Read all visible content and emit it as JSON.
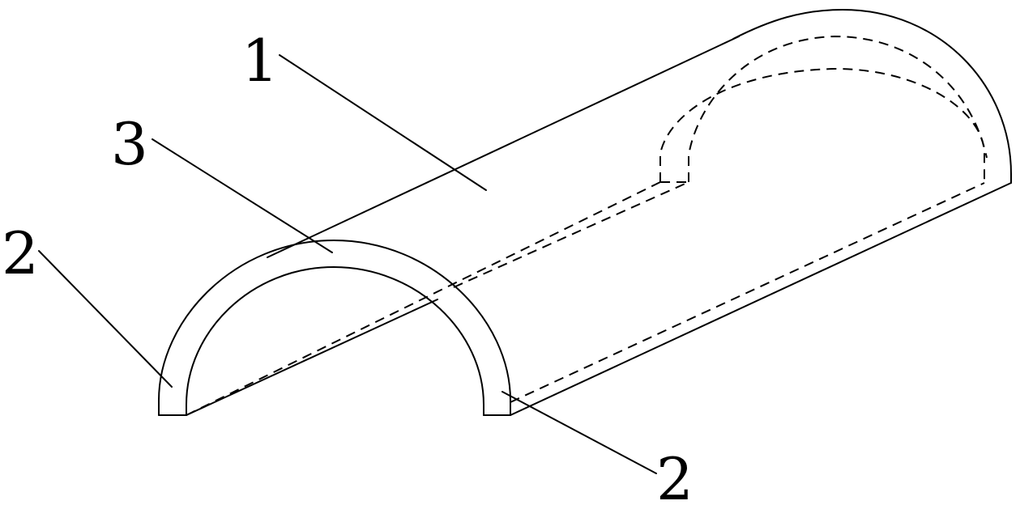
{
  "labels": {
    "part_1": "1",
    "part_2_left": "2",
    "part_2_right": "2",
    "part_3": "3"
  },
  "colors": {
    "stroke": "#000000",
    "background": "#ffffff"
  }
}
